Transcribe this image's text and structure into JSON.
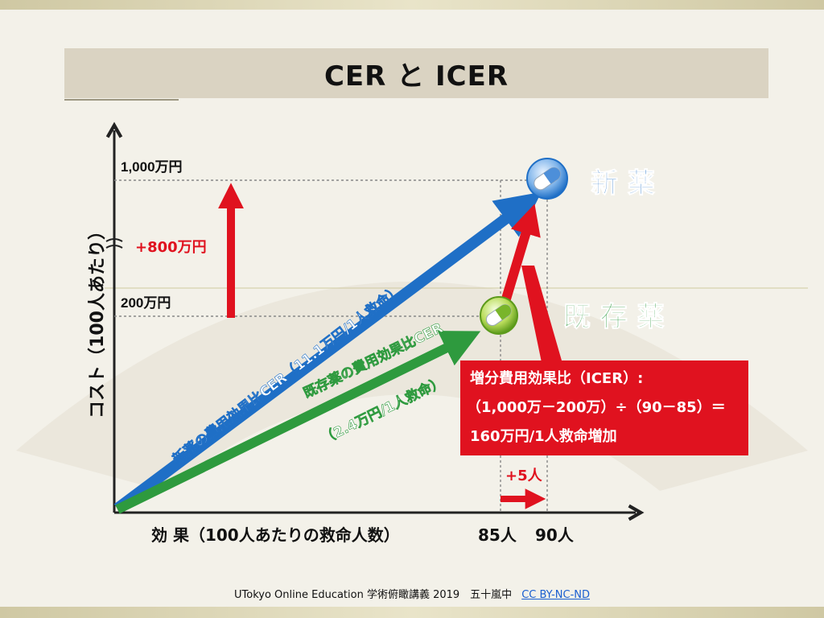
{
  "slide": {
    "title": "CER と ICER",
    "footer": "UTokyo Online Education 学術俯瞰講義 2019　五十嵐中",
    "license": "CC BY-NC-ND"
  },
  "diagram": {
    "y_axis_label": "コスト（100人あたり）",
    "x_axis_label": "効 果（100人あたりの救命人数）",
    "y_tick_high": "1,000万円",
    "y_tick_low": "200万円",
    "x_tick_a": "85人",
    "x_tick_b": "90人",
    "cost_increase": "+800万円",
    "effect_increase": "+5人",
    "new_drug": "新 薬",
    "existing_drug": "既 存 薬",
    "new_arrow_text": "新薬の費用効果比CER（11.1万円/1人救命）",
    "existing_arrow_text_1": "既存薬の費用効果比CER",
    "existing_arrow_text_2": "（2.4万円/1人救命）",
    "icer_line1": "増分費用効果比（ICER）:",
    "icer_line2": "（1,000万－200万）÷（90－85）＝",
    "icer_line3": "160万円/1人救命増加"
  },
  "colors": {
    "blue": "#1f6fc6",
    "green": "#2e9a3e",
    "red": "#e0121f"
  }
}
